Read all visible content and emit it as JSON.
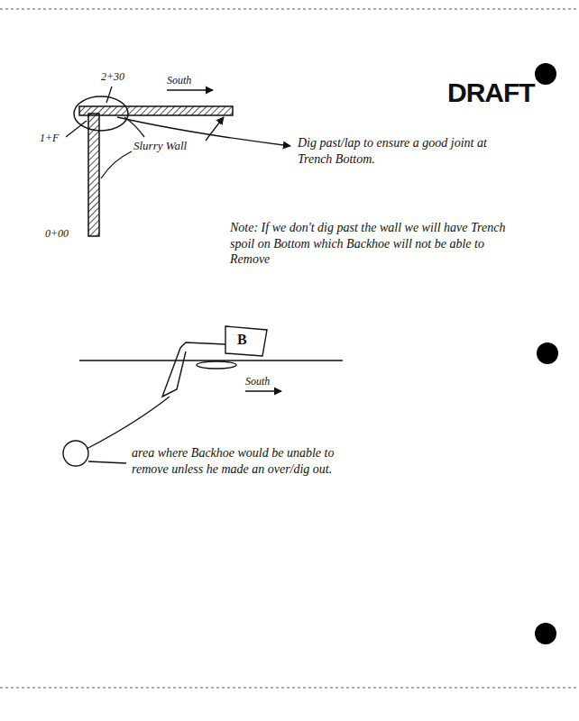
{
  "diagram": {
    "labels": [
      "2+30",
      "South",
      "1+F",
      "Slurry Wall",
      "0+00",
      "DRAFT",
      "Dig past/lap to ensure a good joint at Trench Bottom.",
      "Note: If we don't dig past the wall we will have Trench spoil on Bottom which Backhoe will not be able to Remove",
      "B",
      "South",
      "area where Backhoe would be unable to remove unless he made an over/dig out."
    ]
  }
}
